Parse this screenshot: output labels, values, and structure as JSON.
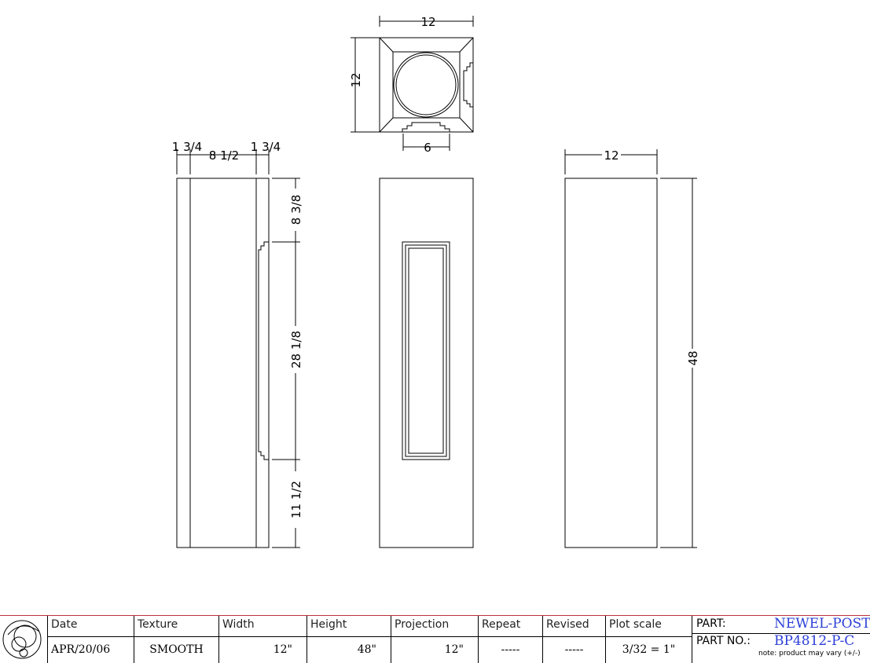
{
  "top_view": {
    "width_dim": "12",
    "depth_dim": "12",
    "molding_dim": "6"
  },
  "side_view": {
    "top_dims": [
      "1 3/4",
      "8 1/2",
      "1 3/4"
    ],
    "right_dims": [
      "8 3/8",
      "28 1/8",
      "11 1/2"
    ]
  },
  "right_view": {
    "width_dim": "12",
    "height_dim": "48"
  },
  "title_block": {
    "headers": [
      "Date",
      "Texture",
      "Width",
      "Height",
      "Projection",
      "Repeat",
      "Revised",
      "Plot scale"
    ],
    "values": [
      "APR/20/06",
      "SMOOTH",
      "12\"",
      "48\"",
      "12\"",
      "-----",
      "-----",
      "3/32 = 1\""
    ],
    "part_label": "PART:",
    "part_value": "NEWEL-POST",
    "part_no_label": "PART NO.:",
    "part_no_value": "BP4812-P-C",
    "note": "note: product may vary (+/-)"
  },
  "colors": {
    "accent": "#2b3fd6",
    "border": "#c0303a"
  }
}
